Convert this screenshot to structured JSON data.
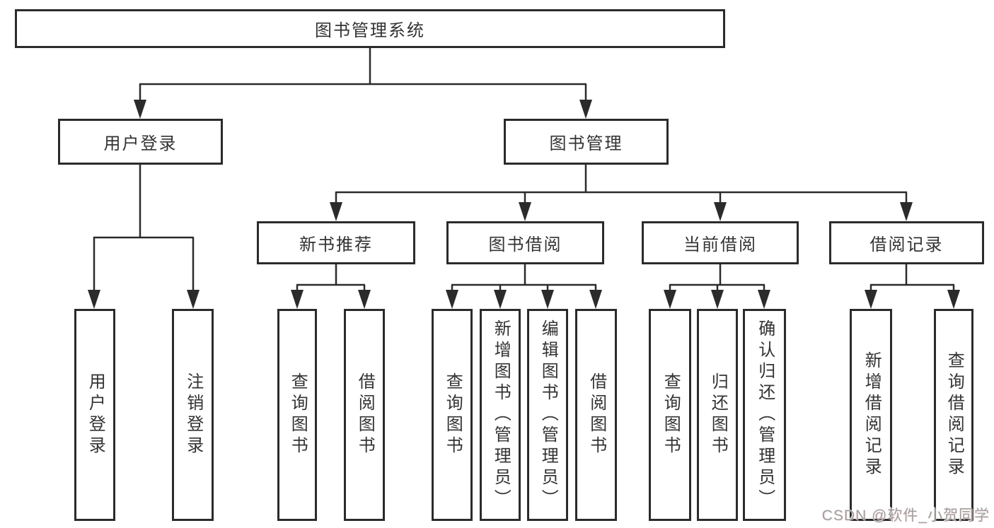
{
  "diagram": {
    "title_node": {
      "label": "图书管理系统"
    },
    "branches": [
      {
        "id": "user-login",
        "label": "用户登录",
        "leaves": [
          {
            "label": "用户登录"
          },
          {
            "label": "注销登录"
          }
        ]
      },
      {
        "id": "book-management",
        "label": "图书管理",
        "children": [
          {
            "id": "new-book-recommend",
            "label": "新书推荐",
            "leaves": [
              {
                "label": "查询图书"
              },
              {
                "label": "借阅图书"
              }
            ]
          },
          {
            "id": "book-borrow",
            "label": "图书借阅",
            "leaves": [
              {
                "label": "查询图书"
              },
              {
                "label": "新增图书（管理员）"
              },
              {
                "label": "编辑图书（管理员）"
              },
              {
                "label": "借阅图书"
              }
            ]
          },
          {
            "id": "current-borrow",
            "label": "当前借阅",
            "leaves": [
              {
                "label": "查询图书"
              },
              {
                "label": "归还图书"
              },
              {
                "label": "确认归还（管理员）"
              }
            ]
          },
          {
            "id": "borrow-records",
            "label": "借阅记录",
            "leaves": [
              {
                "label": "新增借阅记录"
              },
              {
                "label": "查询借阅记录"
              }
            ]
          }
        ]
      }
    ]
  },
  "watermark": {
    "text": "CSDN @软件_小贺同学"
  },
  "colors": {
    "ink": "#2b2b2b",
    "text": "#333333",
    "watermark": "#9e9e9e"
  }
}
